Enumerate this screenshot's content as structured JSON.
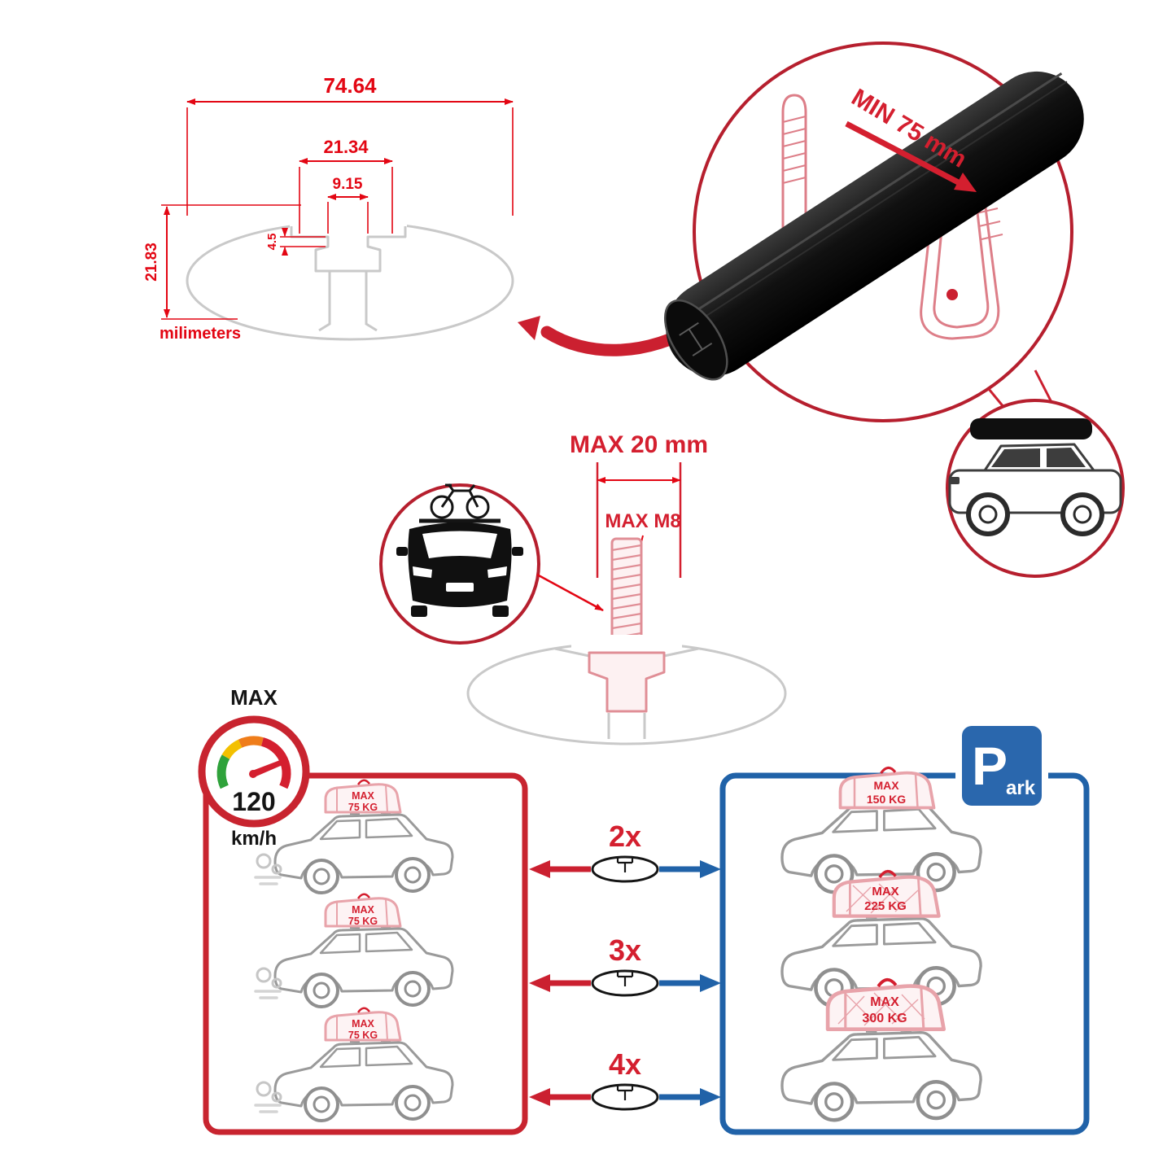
{
  "profile": {
    "dim_total_width": "74.64",
    "dim_plateau_width": "21.34",
    "dim_slot_width": "9.15",
    "dim_lip_depth": "4.5",
    "dim_height": "21.83",
    "units_label": "milimeters"
  },
  "detail": {
    "min_clamp_label": "MIN 75 mm"
  },
  "bolt": {
    "max_length_label": "MAX 20 mm",
    "max_thread_label": "MAX M8"
  },
  "speedometer": {
    "top_label": "MAX",
    "value": "120",
    "units_label": "km/h"
  },
  "parking_sign": {
    "letter": "P",
    "suffix": "ark"
  },
  "rows": [
    {
      "multiplier": "2x",
      "left_line1": "MAX",
      "left_line2": "75 KG",
      "right_line1": "MAX",
      "right_line2": "150 KG"
    },
    {
      "multiplier": "3x",
      "left_line1": "MAX",
      "left_line2": "75 KG",
      "right_line1": "MAX",
      "right_line2": "225 KG"
    },
    {
      "multiplier": "4x",
      "left_line1": "MAX",
      "left_line2": "75 KG",
      "right_line1": "MAX",
      "right_line2": "300 KG"
    }
  ],
  "colors": {
    "dimension_red": "#e30613",
    "accent_red": "#cb2030",
    "accent_blue": "#2062a8",
    "pink": "#e8a3aa",
    "profile_gray": "#c9c9c9",
    "bar_black": "#111111"
  }
}
